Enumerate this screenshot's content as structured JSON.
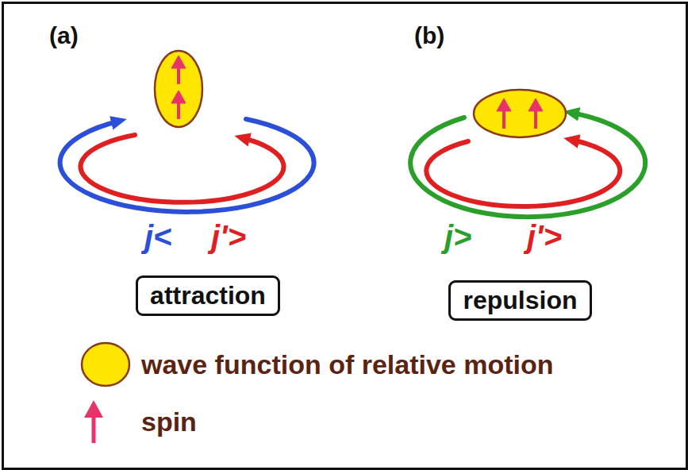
{
  "diagram": {
    "nodes": [
      {
        "text": [
          "attraction"
        ]
      },
      {
        "text": [
          "repulsion"
        ]
      }
    ],
    "labels": [
      "(a)",
      "(b)",
      "j<",
      "j'>",
      "j>",
      "j'>"
    ],
    "legend": [
      {
        "text": "wave function of relative motion",
        "color": "#ffe600"
      },
      {
        "text": "spin"
      }
    ]
  }
}
